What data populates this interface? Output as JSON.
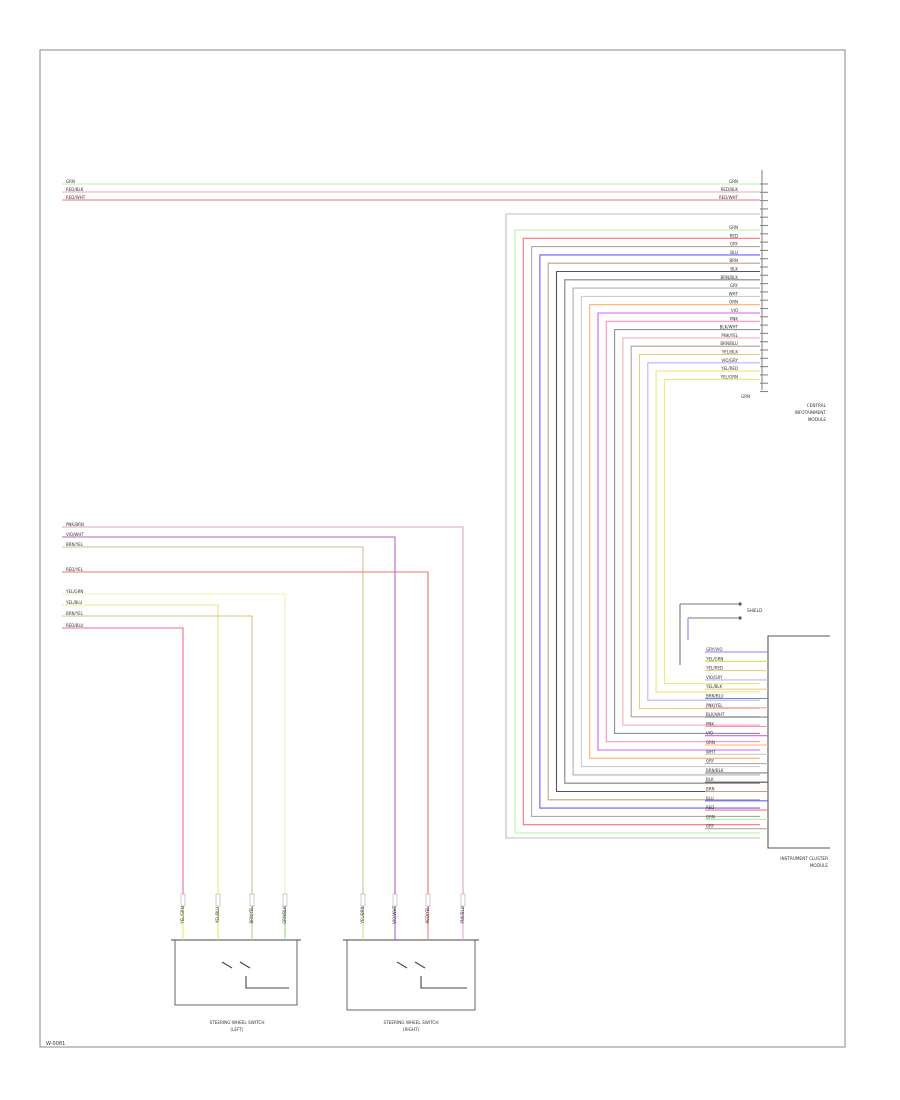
{
  "footer_code": "W-0081",
  "colors": {
    "frame": "#7f7f7f",
    "box": "#555555",
    "text": "#333333",
    "shield": "#bdbdbd"
  },
  "components": {
    "top_right_module": [
      "CENTRAL",
      "INFOTAINMENT",
      "MODULE"
    ],
    "lower_right_module": [
      "INSTRUMENT CLUSTER",
      "MODULE"
    ],
    "shield_note": "SHIELD"
  },
  "switches": [
    {
      "id": "left",
      "caption": [
        "STEERING WHEEL SWITCH",
        "(LEFT)"
      ],
      "pins": [
        {
          "label": "YEL/GRN",
          "color": "#e8e870"
        },
        {
          "label": "YEL/BLU",
          "color": "#e8e860"
        },
        {
          "label": "BRN/YEL",
          "color": "#c8c878"
        },
        {
          "label": "GRN/BLK",
          "color": "#90e070"
        }
      ]
    },
    {
      "id": "right",
      "caption": [
        "STEERING WHEEL SWITCH",
        "(RIGHT)"
      ],
      "pins": [
        {
          "label": "YEL/BRN",
          "color": "#d8d890"
        },
        {
          "label": "VIO/WHT",
          "color": "#b060c8"
        },
        {
          "label": "RED/YEL",
          "color": "#f08080"
        },
        {
          "label": "PNK/BLU",
          "color": "#f0a0e0"
        }
      ]
    }
  ],
  "top_wires": [
    {
      "label": "GRN",
      "color": "#b8f0a0"
    },
    {
      "label": "RED/BLK",
      "color": "#f4a0a0"
    },
    {
      "label": "RED/WHT",
      "color": "#f07070"
    }
  ],
  "mid_wires": [
    {
      "label": "PNK/BRN",
      "color": "#d8a8a8"
    },
    {
      "label": "VIO/WHT",
      "color": "#b060c8"
    },
    {
      "label": "BRN/YEL",
      "color": "#d0c090"
    },
    {
      "label": "RED/YEL",
      "color": "#f07070"
    },
    {
      "label": "YEL/GRN",
      "color": "#f0f0b0"
    },
    {
      "label": "YEL/BLU",
      "color": "#e8e880"
    },
    {
      "label": "BRN/YEL",
      "color": "#d0c080"
    },
    {
      "label": "RED/BLU",
      "color": "#f07080"
    }
  ],
  "bus_wires": [
    {
      "label": "GRN",
      "color": "#b8f0a0"
    },
    {
      "label": "RED",
      "color": "#ff7070"
    },
    {
      "label": "GRY",
      "color": "#aaaaaa"
    },
    {
      "label": "BLU",
      "color": "#6060ff"
    },
    {
      "label": "BRN",
      "color": "#c0a080"
    },
    {
      "label": "BLK",
      "color": "#555555"
    },
    {
      "label": "BRN/BLK",
      "color": "#808080"
    },
    {
      "label": "GRY",
      "color": "#b0b0b0"
    },
    {
      "label": "WHT",
      "color": "#cccccc"
    },
    {
      "label": "ORN",
      "color": "#ffb070"
    },
    {
      "label": "VIO",
      "color": "#d060ff"
    },
    {
      "label": "PNK",
      "color": "#ff90c0"
    },
    {
      "label": "BLK/WHT",
      "color": "#909090"
    },
    {
      "label": "PNK/YEL",
      "color": "#f0b0b0"
    },
    {
      "label": "BRN/BLU",
      "color": "#b0a0a0"
    },
    {
      "label": "YEL/BLK",
      "color": "#e0d080"
    },
    {
      "label": "VIO/GRY",
      "color": "#c0b0ff"
    },
    {
      "label": "YEL/RED",
      "color": "#f0e080"
    },
    {
      "label": "YEL/GRN",
      "color": "#e0f080"
    }
  ],
  "cluster_pins": [
    {
      "label": "GRY/VIO",
      "color": "#8080ff"
    },
    {
      "label": "YEL/GRN",
      "color": "#d0e060"
    },
    {
      "label": "YEL/RED",
      "color": "#e0d080"
    },
    {
      "label": "VIO/GRY",
      "color": "#c0b0ff"
    },
    {
      "label": "YEL/BLK",
      "color": "#e0d090"
    },
    {
      "label": "BRN/BLU",
      "color": "#6090c0"
    },
    {
      "label": "PNK/YEL",
      "color": "#f0a0a0"
    },
    {
      "label": "BLK/WHT",
      "color": "#808080"
    },
    {
      "label": "PNK",
      "color": "#ff90c0"
    },
    {
      "label": "VIO",
      "color": "#d060ff"
    },
    {
      "label": "ORN",
      "color": "#ffb070"
    },
    {
      "label": "WHT",
      "color": "#cccccc"
    },
    {
      "label": "GRY",
      "color": "#b0b0b0"
    },
    {
      "label": "BRN/BLK",
      "color": "#808080"
    },
    {
      "label": "BLK",
      "color": "#555555"
    },
    {
      "label": "BRN",
      "color": "#c0a080"
    },
    {
      "label": "BLU",
      "color": "#6060ff"
    },
    {
      "label": "RED",
      "color": "#ff7070"
    },
    {
      "label": "GRN",
      "color": "#b8f0a0"
    },
    {
      "label": "GRY",
      "color": "#aaaaaa"
    }
  ]
}
